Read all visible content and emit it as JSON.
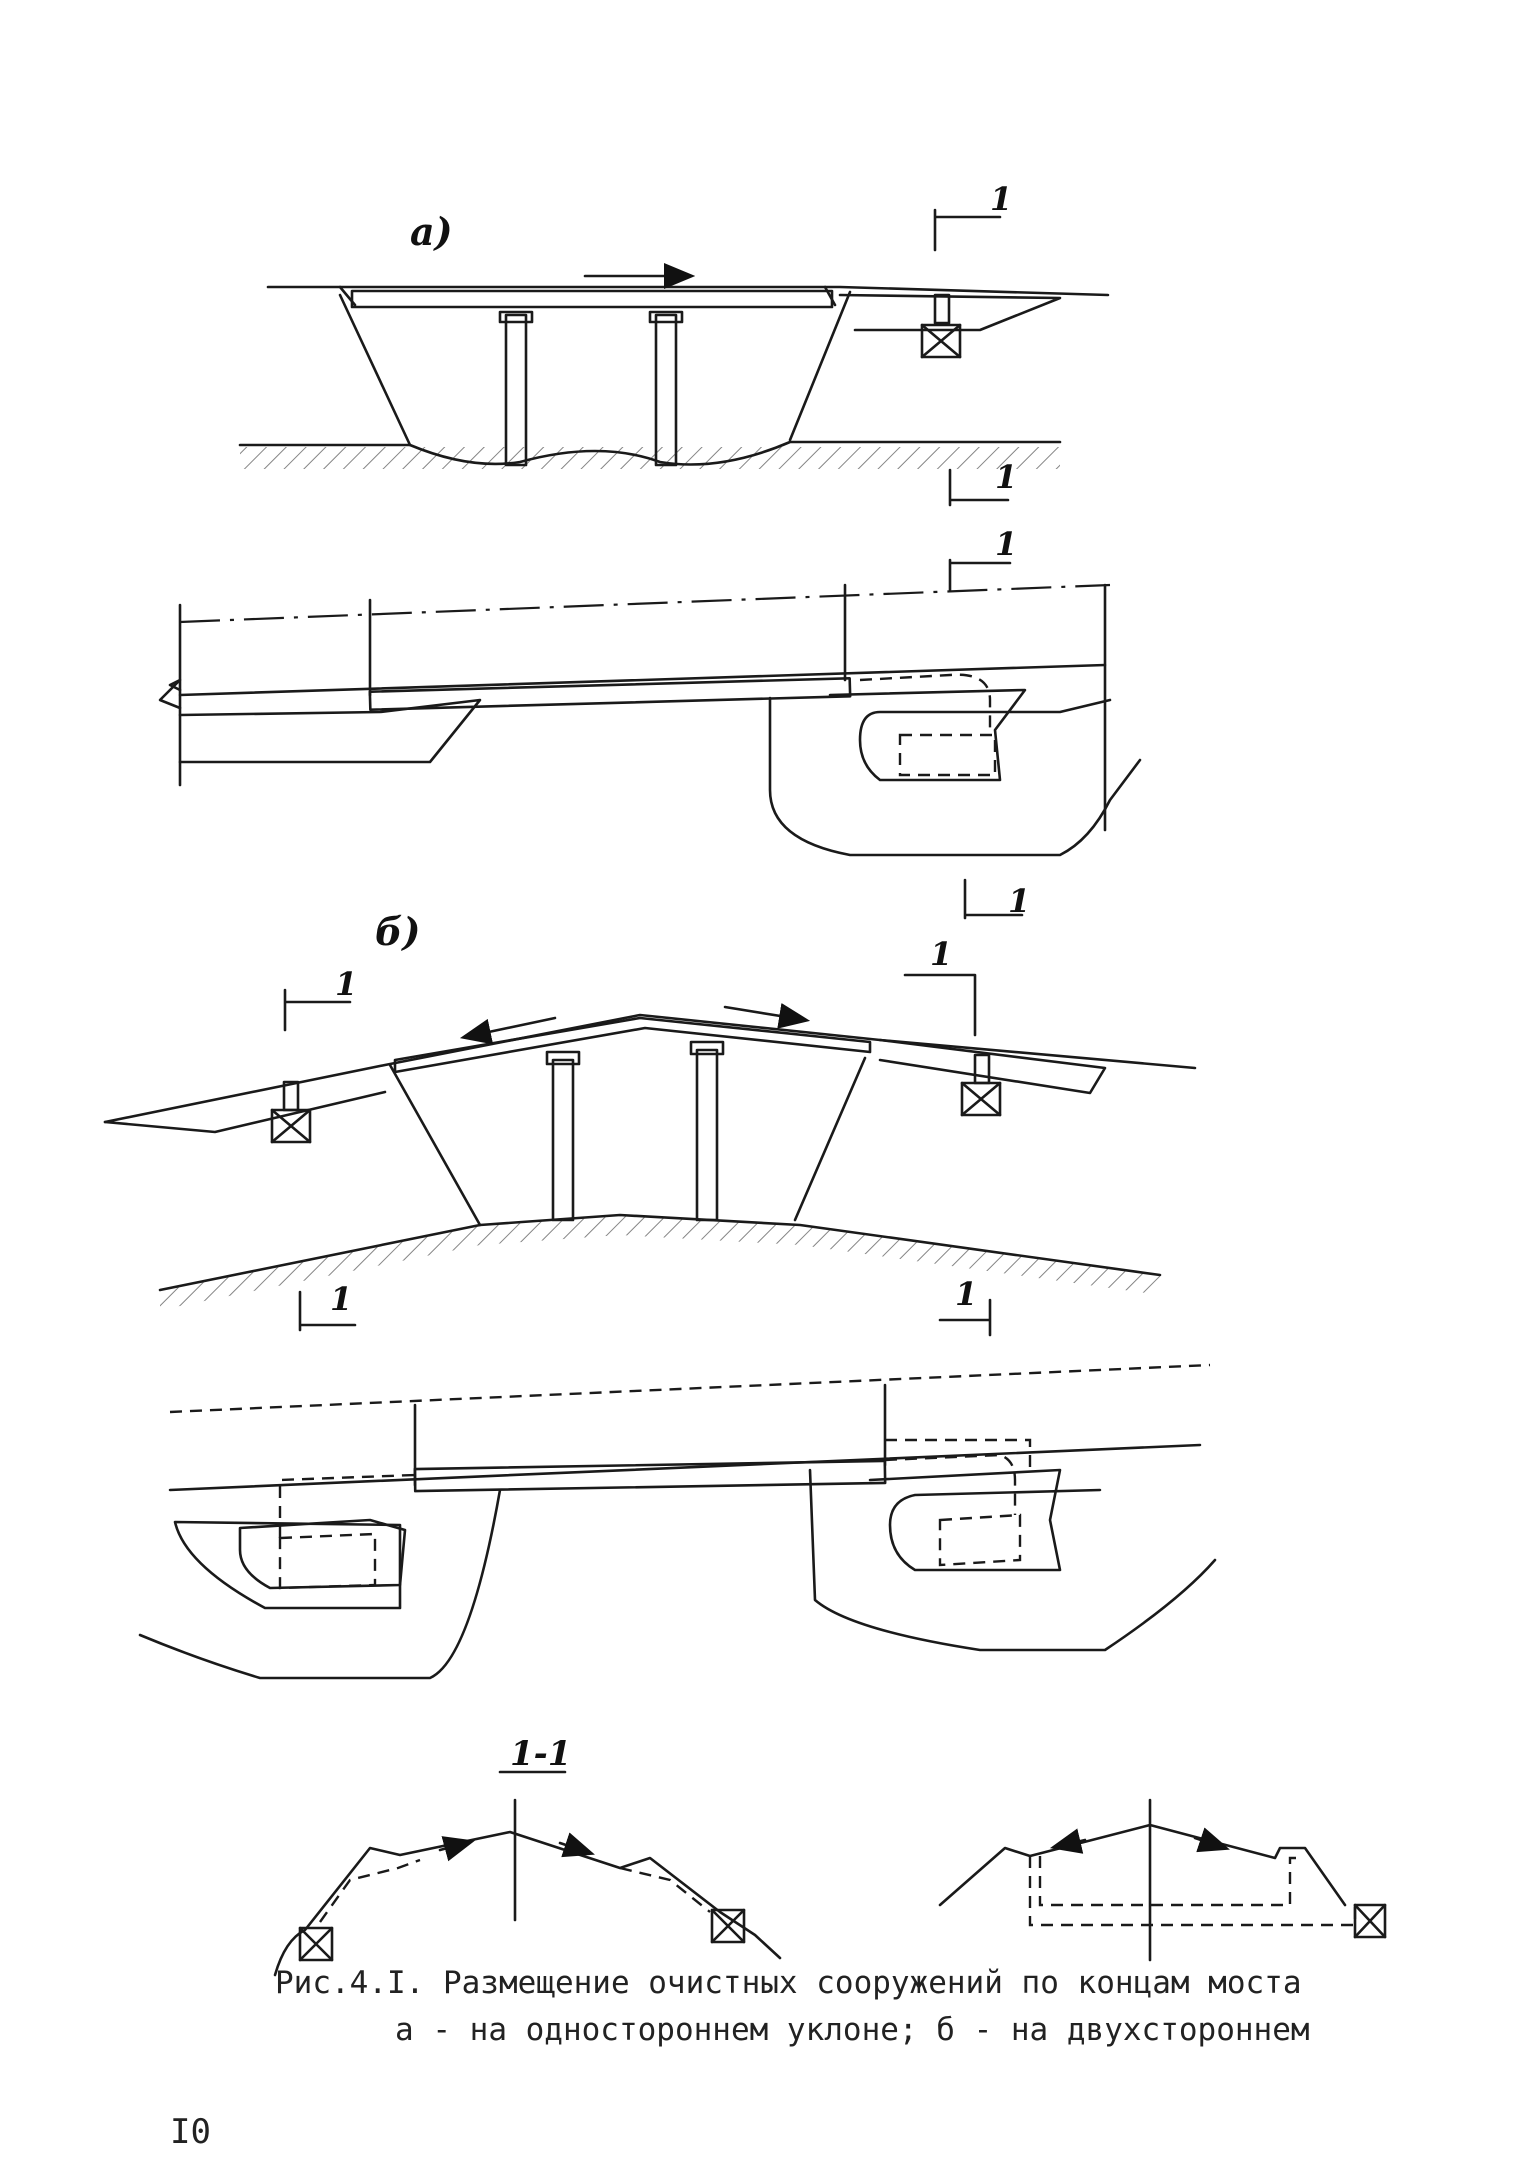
{
  "labels": {
    "variant_a": "а)",
    "variant_b": "б)",
    "section_mark": "1",
    "section_title": "1-1"
  },
  "caption": {
    "line1": "Рис.4.I. Размещение очистных сооружений по концам моста",
    "line2": "а - на одностороннем уклоне; б - на двухстороннем"
  },
  "page_number": "I0"
}
